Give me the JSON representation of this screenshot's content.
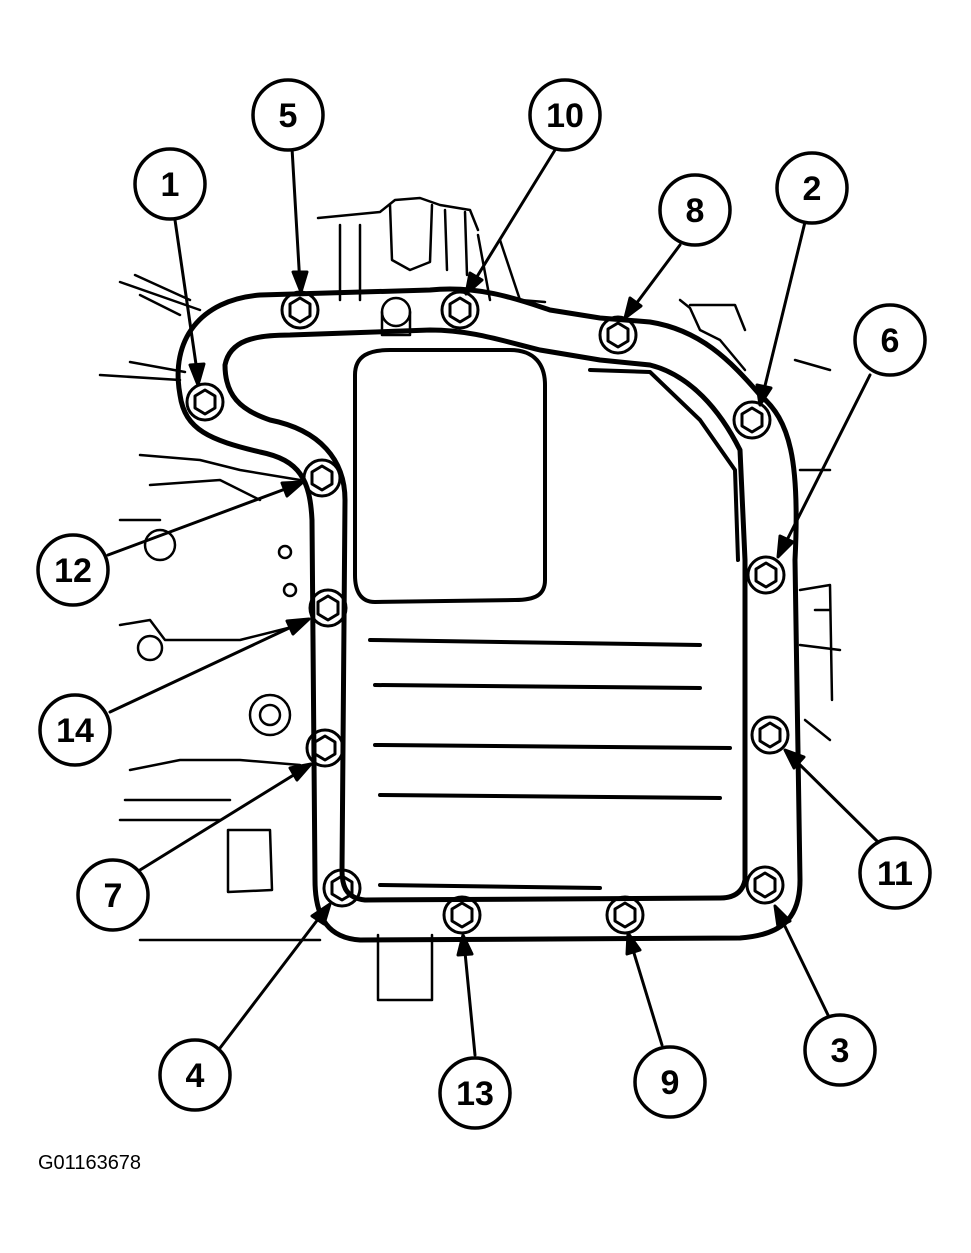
{
  "figure_id": "G01163678",
  "callouts": [
    {
      "label": "1"
    },
    {
      "label": "2"
    },
    {
      "label": "3"
    },
    {
      "label": "4"
    },
    {
      "label": "5"
    },
    {
      "label": "6"
    },
    {
      "label": "7"
    },
    {
      "label": "8"
    },
    {
      "label": "9"
    },
    {
      "label": "10"
    },
    {
      "label": "11"
    },
    {
      "label": "12"
    },
    {
      "label": "13"
    },
    {
      "label": "14"
    }
  ]
}
